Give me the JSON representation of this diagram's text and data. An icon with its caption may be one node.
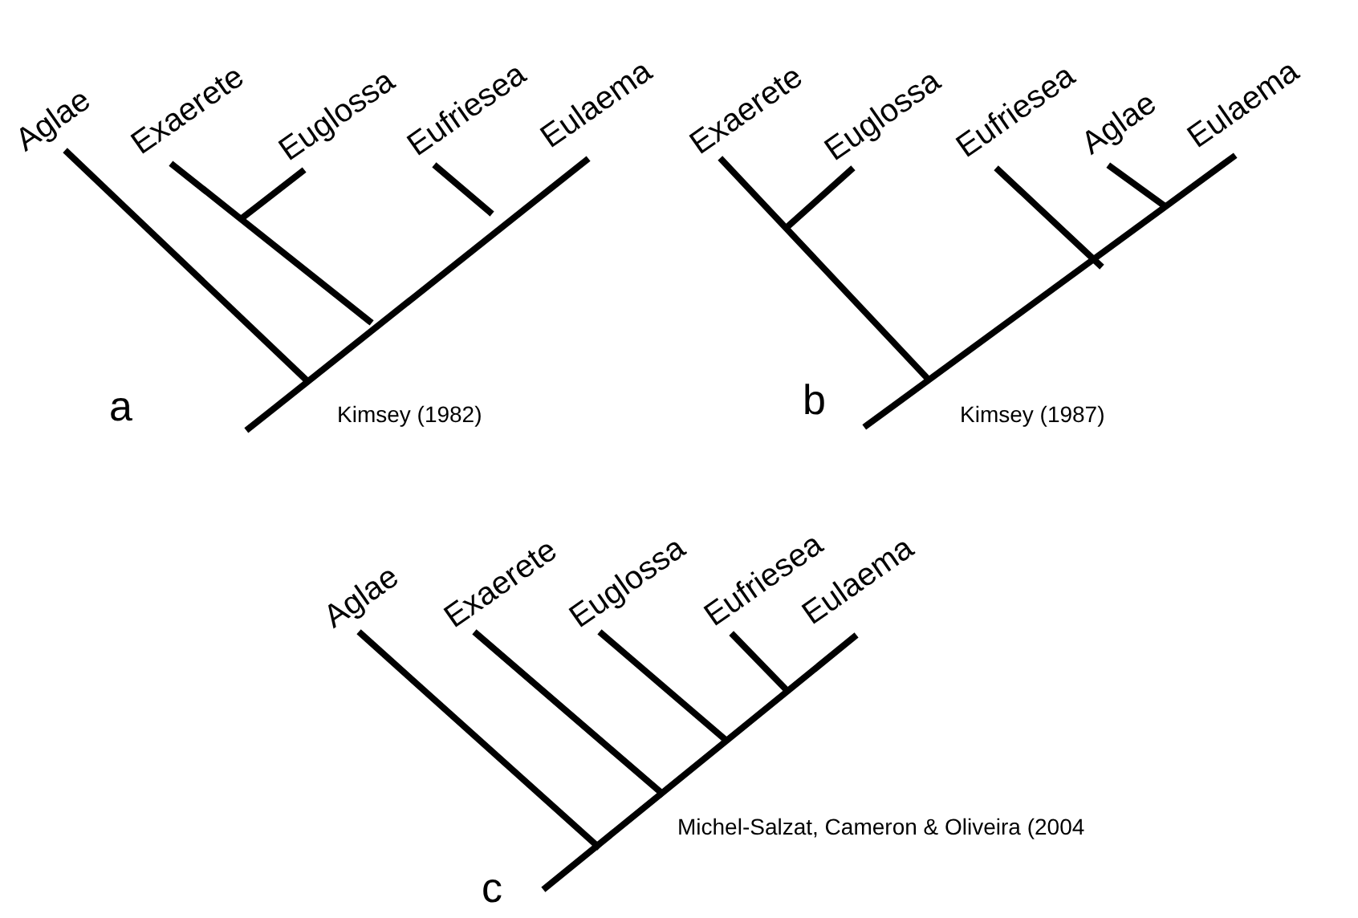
{
  "diagram": {
    "labels": [
      "Aglae",
      "Exaerete",
      "Euglossa",
      "Eufriesea",
      "Eulaema",
      "Exaerete",
      "Euglossa",
      "Eufriesea",
      "Aglae",
      "Eulaema",
      "a",
      "Kimsey (1982)",
      "b",
      "Kimsey (1987)",
      "Aglae",
      "Exaerete",
      "Euglossa",
      "Eufriesea",
      "Eulaema",
      "Michel-Salzat, Cameron & Oliveira (2004",
      "c"
    ]
  }
}
